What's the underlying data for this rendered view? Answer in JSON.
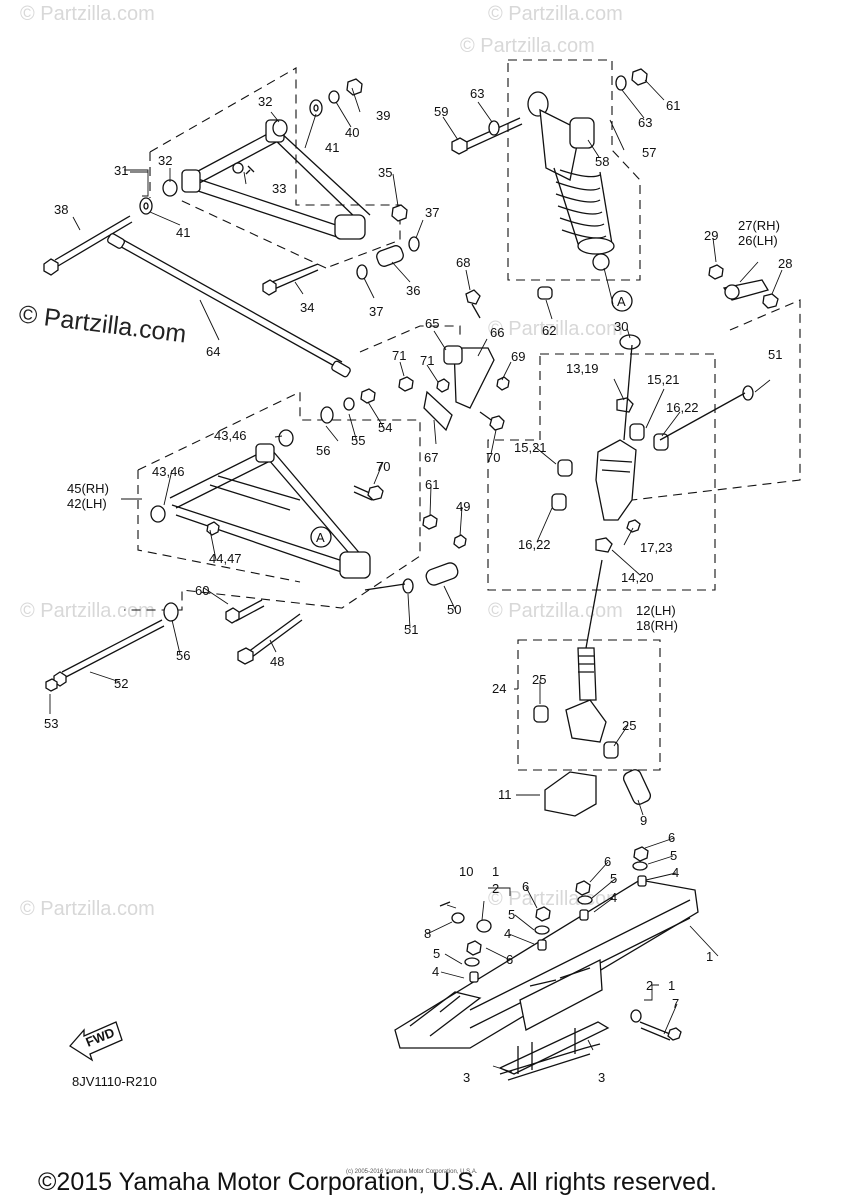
{
  "watermark": {
    "small": "© Partzilla.com",
    "main": "© Partzilla.com"
  },
  "diagram_code": "8JV1110-R210",
  "fwd_label": "FWD",
  "footer": "©2015 Yamaha Motor Corporation, U.S.A. All rights reserved.",
  "fine_print": "(c) 2005-2016 Yamaha Motor Corporation, U.S.A.",
  "ref_letter": "A",
  "labels": {
    "l1a": "1",
    "l1b": "1",
    "l2a": "2",
    "l2b": "2",
    "l3a": "3",
    "l3b": "3",
    "l4a": "4",
    "l4b": "4",
    "l4c": "4",
    "l4d": "4",
    "l5a": "5",
    "l5b": "5",
    "l5c": "5",
    "l5d": "5",
    "l6a": "6",
    "l6b": "6",
    "l6c": "6",
    "l6d": "6",
    "l7": "7",
    "l8": "8",
    "l9": "9",
    "l10": "10",
    "l11": "11",
    "l12": "12(LH)",
    "l18": "18(RH)",
    "l13": "13,19",
    "l14": "14,20",
    "l15a": "15,21",
    "l15b": "15,21",
    "l16a": "16,22",
    "l16b": "16,22",
    "l17": "17,23",
    "l24": "24",
    "l25a": "25",
    "l25b": "25",
    "l26": "26(LH)",
    "l27": "27(RH)",
    "l28": "28",
    "l29": "29",
    "l30": "30",
    "l31": "31",
    "l32a": "32",
    "l32b": "32",
    "l33": "33",
    "l34": "34",
    "l35": "35",
    "l36": "36",
    "l37a": "37",
    "l37b": "37",
    "l38": "38",
    "l39": "39",
    "l40": "40",
    "l41a": "41",
    "l41b": "41",
    "l42": "42(LH)",
    "l45": "45(RH)",
    "l43a": "43,46",
    "l43b": "43,46",
    "l44": "44,47",
    "l48": "48",
    "l49": "49",
    "l50": "50",
    "l51a": "51",
    "l51b": "51",
    "l52": "52",
    "l53": "53",
    "l54": "54",
    "l55": "55",
    "l56a": "56",
    "l56b": "56",
    "l57": "57",
    "l58": "58",
    "l59": "59",
    "l60": "60",
    "l61a": "61",
    "l61b": "61",
    "l62": "62",
    "l63a": "63",
    "l63b": "63",
    "l64": "64",
    "l65": "65",
    "l66": "66",
    "l67": "67",
    "l68": "68",
    "l69": "69",
    "l70a": "70",
    "l70b": "70",
    "l71a": "71",
    "l71b": "71"
  }
}
